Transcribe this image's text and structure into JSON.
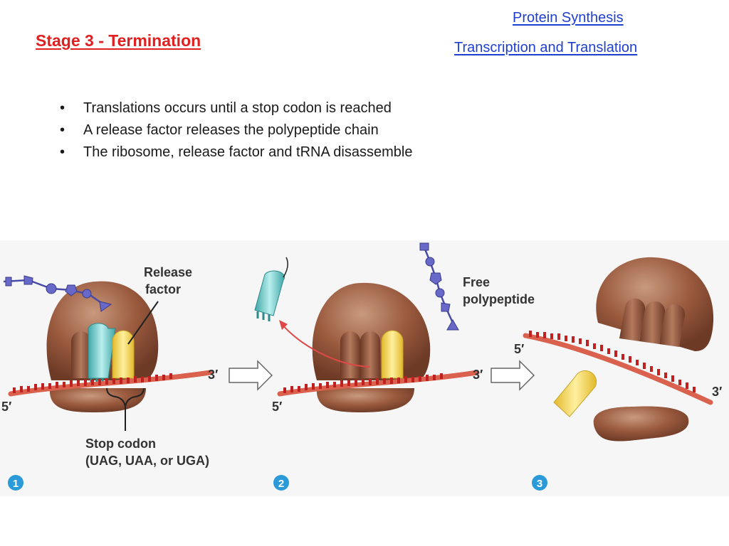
{
  "slide": {
    "title": "Stage 3 - Termination",
    "links": [
      "Protein Synthesis",
      "Transcription and Translation"
    ],
    "bullets": [
      "Translations occurs until a stop codon is reached",
      "A release factor releases the polypeptide chain",
      "The ribosome, release factor and tRNA disassemble"
    ]
  },
  "diagram": {
    "release_factor_label": [
      "Release",
      "factor"
    ],
    "free_polypeptide_label": [
      "Free",
      "polypeptide"
    ],
    "stop_codon_label": [
      "Stop codon",
      "(UAG, UAA, or UGA)"
    ],
    "end_5": "5′",
    "end_3": "3′",
    "step_numbers": [
      "1",
      "2",
      "3"
    ]
  },
  "colors": {
    "title": "#e02020",
    "link": "#1f3fd0",
    "ribosome": "#9a5a3e",
    "mrna": "#d9614e",
    "release_factor": "#f2d64a",
    "trna": "#5cc4c4",
    "amino_acid": "#6868c8",
    "step_badge": "#2a9bd8",
    "panel_bg": "#f6f6f6"
  }
}
